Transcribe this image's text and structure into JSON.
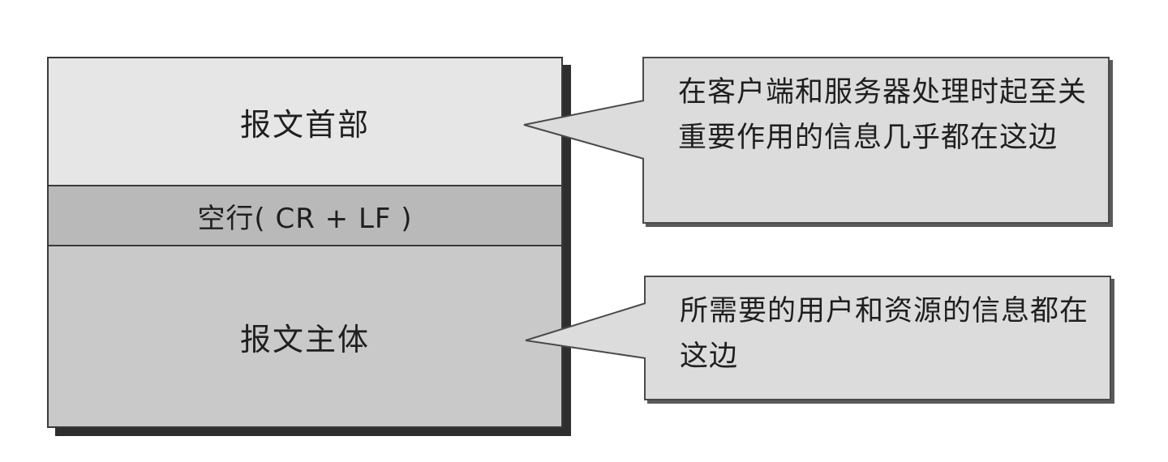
{
  "diagram": {
    "sections": {
      "header": "报文首部",
      "blank_line": "空行( CR + LF )",
      "body": "报文主体"
    },
    "callouts": {
      "header_note": "在客户端和服务器处理时起至关重要作用的信息几乎都在这边",
      "body_note": "所需要的用户和资源的信息都在这边"
    }
  }
}
